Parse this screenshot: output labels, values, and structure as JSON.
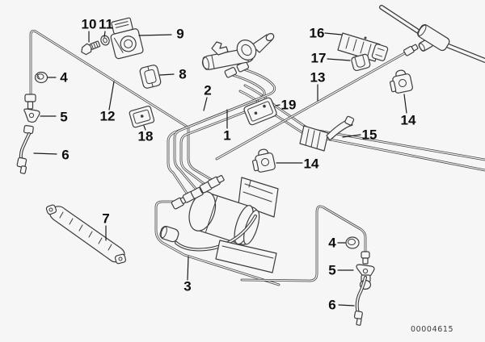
{
  "diagram": {
    "title": "brake-pipe-parts-diagram",
    "image_code": "00004615",
    "colors": {
      "line": "#3c3c3c",
      "background": "#f6f6f6",
      "label": "#0d0d0d"
    },
    "callouts": [
      {
        "id": "callout-10",
        "label": "10"
      },
      {
        "id": "callout-11",
        "label": "11"
      },
      {
        "id": "callout-9",
        "label": "9"
      },
      {
        "id": "callout-8",
        "label": "8"
      },
      {
        "id": "callout-4-left",
        "label": "4"
      },
      {
        "id": "callout-5-left",
        "label": "5"
      },
      {
        "id": "callout-6-left",
        "label": "6"
      },
      {
        "id": "callout-12",
        "label": "12"
      },
      {
        "id": "callout-18",
        "label": "18"
      },
      {
        "id": "callout-2",
        "label": "2"
      },
      {
        "id": "callout-1",
        "label": "1"
      },
      {
        "id": "callout-19",
        "label": "19"
      },
      {
        "id": "callout-16",
        "label": "16"
      },
      {
        "id": "callout-17",
        "label": "17"
      },
      {
        "id": "callout-13",
        "label": "13"
      },
      {
        "id": "callout-14-right",
        "label": "14"
      },
      {
        "id": "callout-15",
        "label": "15"
      },
      {
        "id": "callout-14-center",
        "label": "14"
      },
      {
        "id": "callout-7",
        "label": "7"
      },
      {
        "id": "callout-3",
        "label": "3"
      },
      {
        "id": "callout-4-right",
        "label": "4"
      },
      {
        "id": "callout-5-right",
        "label": "5"
      },
      {
        "id": "callout-6-right",
        "label": "6"
      }
    ]
  }
}
